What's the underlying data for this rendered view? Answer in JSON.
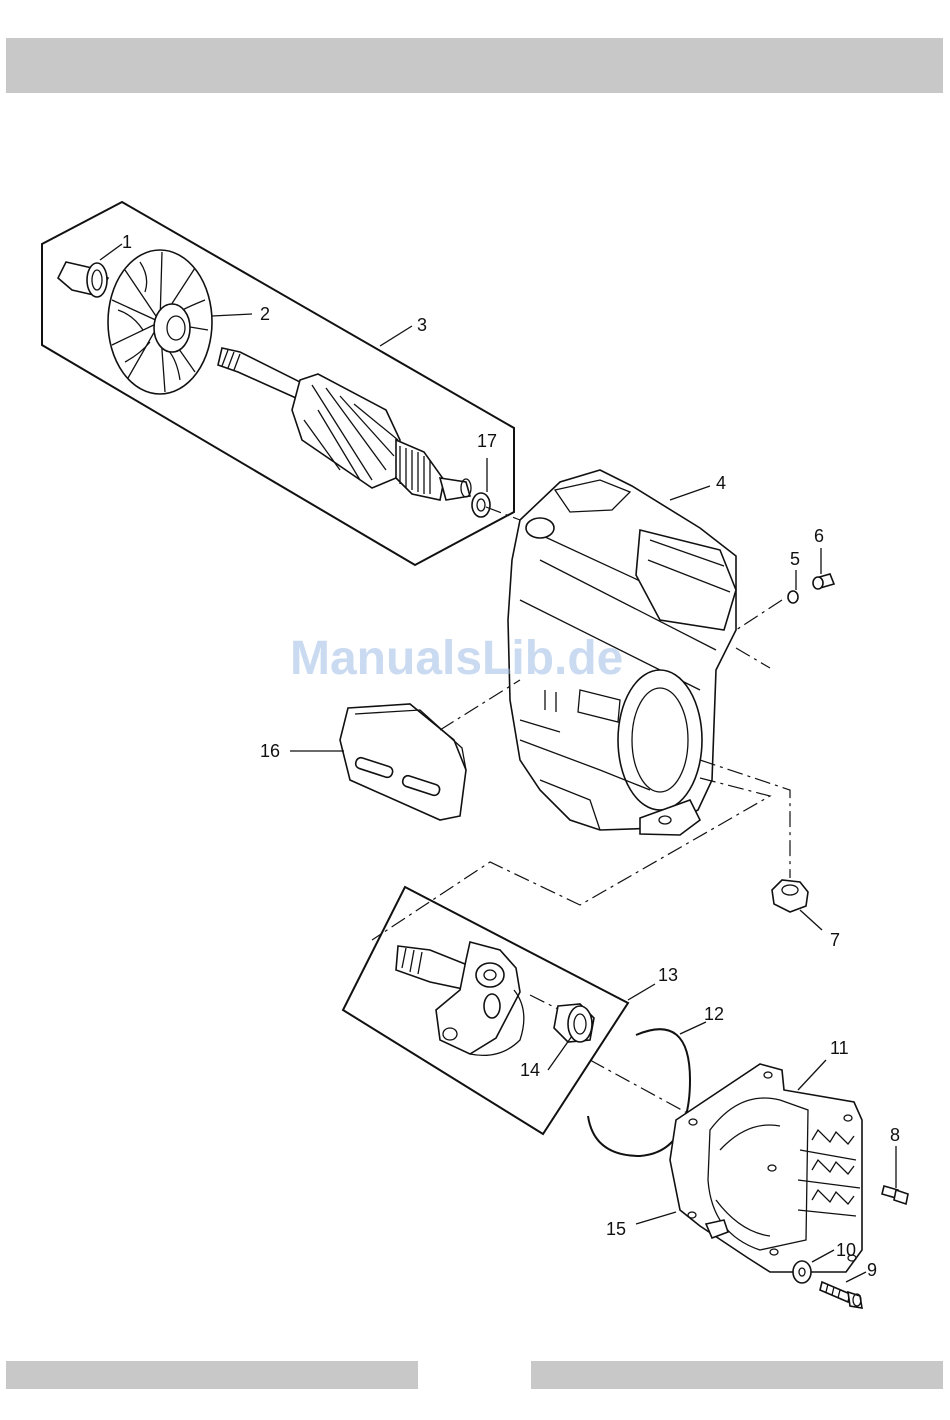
{
  "watermark": "ManualsLib.de",
  "callouts": {
    "c1": "1",
    "c2": "2",
    "c3": "3",
    "c4": "4",
    "c5": "5",
    "c6": "6",
    "c7": "7",
    "c8": "8",
    "c9": "9",
    "c10": "10",
    "c11": "11",
    "c12": "12",
    "c13": "13",
    "c14": "14",
    "c15": "15",
    "c16": "16",
    "c17": "17"
  },
  "colors": {
    "band": "#c8c8c8",
    "line": "#111111",
    "watermark": "#9dbce6"
  }
}
